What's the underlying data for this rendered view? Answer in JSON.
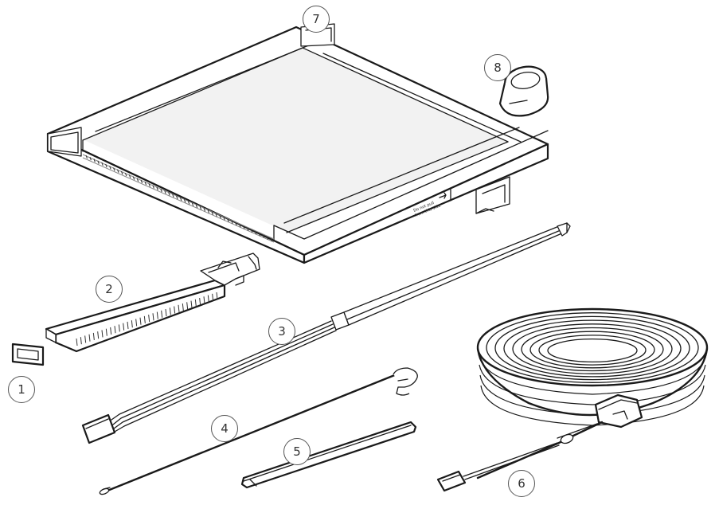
{
  "callouts": [
    {
      "id": "c1",
      "label": "1"
    },
    {
      "id": "c2",
      "label": "2"
    },
    {
      "id": "c3",
      "label": "3"
    },
    {
      "id": "c4",
      "label": "4"
    },
    {
      "id": "c5",
      "label": "5"
    },
    {
      "id": "c6",
      "label": "6"
    },
    {
      "id": "c7",
      "label": "7"
    },
    {
      "id": "c8",
      "label": "8"
    }
  ]
}
